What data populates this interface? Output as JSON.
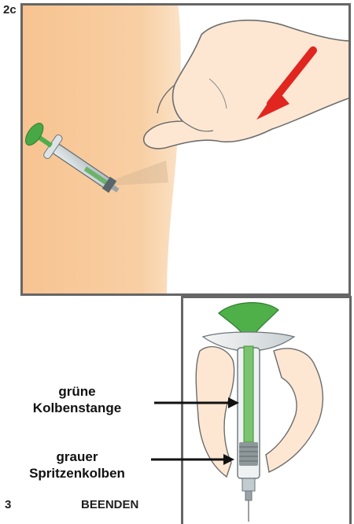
{
  "steps": {
    "top_label": "2c",
    "bottom_number": "3",
    "bottom_title": "BEENDEN"
  },
  "callouts": {
    "plunger_rod": [
      "grüne",
      "Kolbenstange"
    ],
    "syringe_plunger": [
      "grauer",
      "Spritzenkolben"
    ]
  },
  "colors": {
    "frame": "#666666",
    "skin": "#f6c796",
    "plunger_green": "#4fb04a",
    "arrow_red": "#e0261f"
  },
  "icons": {
    "motion_arrow": "red-diagonal-arrow-icon",
    "pointer_arrows": "black-arrow-icon"
  }
}
